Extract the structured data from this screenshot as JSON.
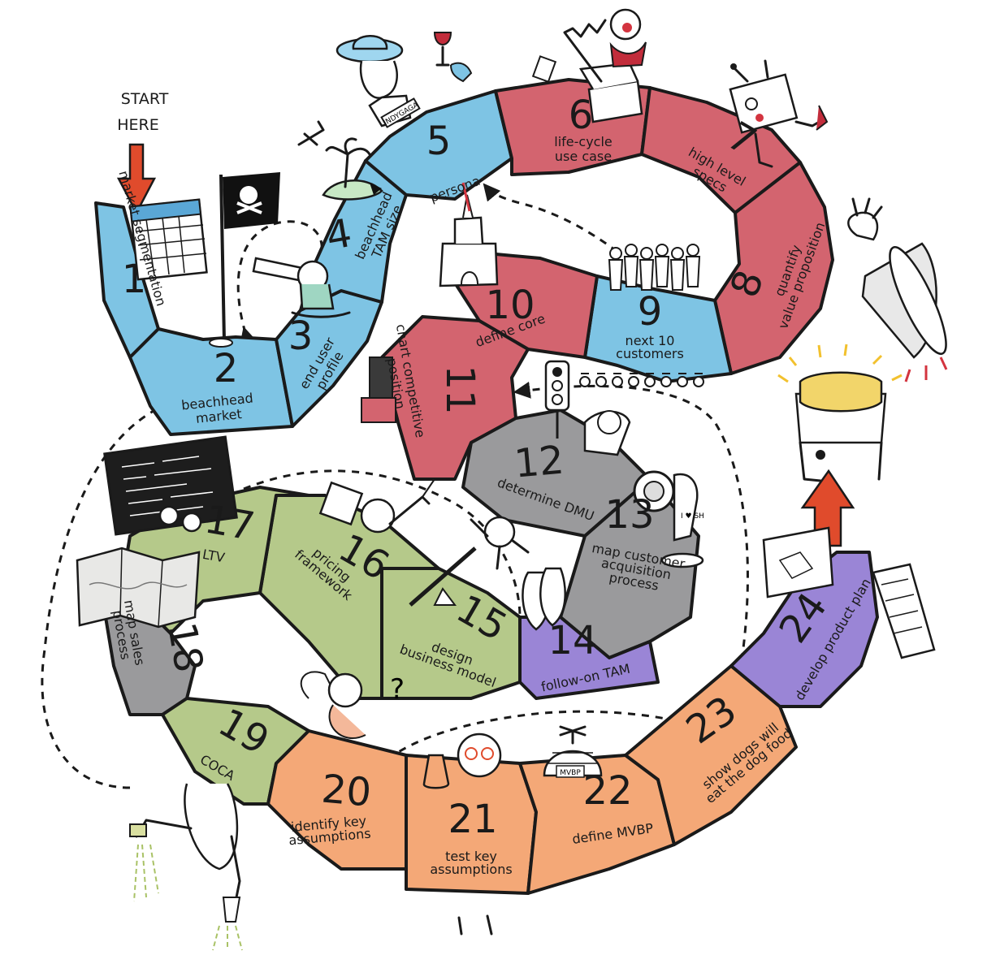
{
  "start_label": [
    "START",
    "HERE"
  ],
  "colors": {
    "blue": "#7ec4e4",
    "red": "#d3646f",
    "gray": "#9a9a9c",
    "green": "#b5c98a",
    "purple": "#9a85d6",
    "orange": "#f4a877",
    "arrow": "#e04b2c"
  },
  "steps": [
    {
      "num": "1",
      "label": [
        "market segmentation"
      ],
      "color": "blue"
    },
    {
      "num": "2",
      "label": [
        "beachhead",
        "market"
      ],
      "color": "blue"
    },
    {
      "num": "3",
      "label": [
        "end user",
        "profile"
      ],
      "color": "blue"
    },
    {
      "num": "4",
      "label": [
        "beachhead",
        "TAM size"
      ],
      "color": "blue"
    },
    {
      "num": "5",
      "label": [
        "persona"
      ],
      "color": "blue"
    },
    {
      "num": "6",
      "label": [
        "life-cycle",
        "use case"
      ],
      "color": "red"
    },
    {
      "num": "7",
      "label": [
        "high level",
        "specs"
      ],
      "color": "red"
    },
    {
      "num": "8",
      "label": [
        "quantify",
        "value proposition"
      ],
      "color": "red"
    },
    {
      "num": "9",
      "label": [
        "next 10",
        "customers"
      ],
      "color": "blue"
    },
    {
      "num": "10",
      "label": [
        "define core"
      ],
      "color": "red"
    },
    {
      "num": "11",
      "label": [
        "chart competitive",
        "position"
      ],
      "color": "red"
    },
    {
      "num": "12",
      "label": [
        "determine DMU"
      ],
      "color": "gray"
    },
    {
      "num": "13",
      "label": [
        "map customer",
        "acquisition",
        "process"
      ],
      "color": "gray"
    },
    {
      "num": "14",
      "label": [
        "follow-on TAM"
      ],
      "color": "purple"
    },
    {
      "num": "15",
      "label": [
        "design",
        "business model"
      ],
      "color": "green"
    },
    {
      "num": "16",
      "label": [
        "pricing",
        "framework"
      ],
      "color": "green"
    },
    {
      "num": "17",
      "label": [
        "LTV"
      ],
      "color": "green"
    },
    {
      "num": "18",
      "label": [
        "map sales",
        "process"
      ],
      "color": "gray"
    },
    {
      "num": "19",
      "label": [
        "COCA"
      ],
      "color": "green"
    },
    {
      "num": "20",
      "label": [
        "identify key",
        "assumptions"
      ],
      "color": "orange"
    },
    {
      "num": "21",
      "label": [
        "test key",
        "assumptions"
      ],
      "color": "orange"
    },
    {
      "num": "22",
      "label": [
        "define MVBP"
      ],
      "color": "orange"
    },
    {
      "num": "23",
      "label": [
        "show dogs will",
        "eat the dog food"
      ],
      "color": "orange"
    },
    {
      "num": "24",
      "label": [
        "develop product plan"
      ],
      "color": "purple"
    }
  ],
  "illustrations": {
    "hat_badge": "INDYGAGA",
    "igloo_sign": "MVBP",
    "fan_shirt": "I ♥ SH"
  }
}
